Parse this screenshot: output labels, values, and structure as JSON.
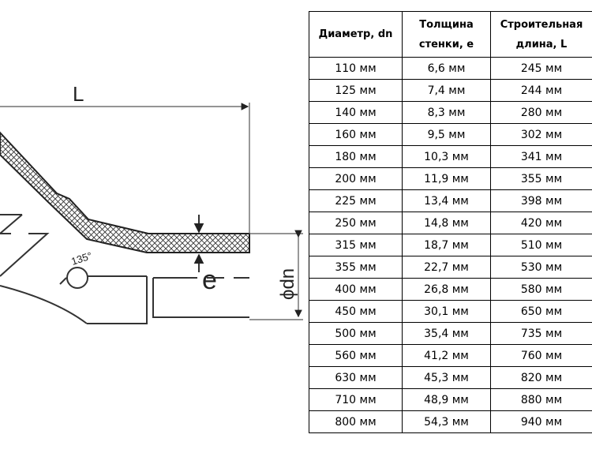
{
  "drawing": {
    "label_length": "L",
    "label_thickness": "e",
    "label_diameter": "ϕdn",
    "label_angle": "135°"
  },
  "table": {
    "headers": [
      [
        "Диаметр, dn"
      ],
      [
        "Толщина",
        "стенки, e"
      ],
      [
        "Строительная",
        "длина, L"
      ]
    ],
    "rows": [
      [
        "110 мм",
        "6,6 мм",
        "245 мм"
      ],
      [
        "125 мм",
        "7,4 мм",
        "244 мм"
      ],
      [
        "140 мм",
        "8,3 мм",
        "280 мм"
      ],
      [
        "160 мм",
        "9,5 мм",
        "302 мм"
      ],
      [
        "180 мм",
        "10,3 мм",
        "341 мм"
      ],
      [
        "200 мм",
        "11,9 мм",
        "355 мм"
      ],
      [
        "225 мм",
        "13,4 мм",
        "398 мм"
      ],
      [
        "250 мм",
        "14,8 мм",
        "420 мм"
      ],
      [
        "315 мм",
        "18,7 мм",
        "510 мм"
      ],
      [
        "355 мм",
        "22,7 мм",
        "530 мм"
      ],
      [
        "400 мм",
        "26,8 мм",
        "580 мм"
      ],
      [
        "450 мм",
        "30,1 мм",
        "650 мм"
      ],
      [
        "500 мм",
        "35,4 мм",
        "735 мм"
      ],
      [
        "560 мм",
        "41,2 мм",
        "760 мм"
      ],
      [
        "630 мм",
        "45,3 мм",
        "820 мм"
      ],
      [
        "710 мм",
        "48,9 мм",
        "880 мм"
      ],
      [
        "800 мм",
        "54,3 мм",
        "940 мм"
      ]
    ]
  }
}
